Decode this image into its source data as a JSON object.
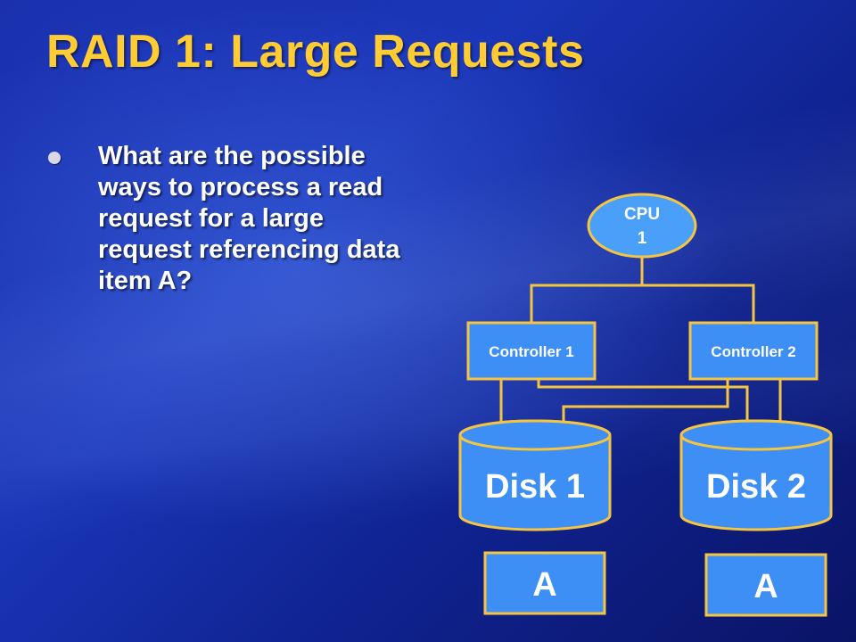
{
  "slide": {
    "title": "RAID 1:  Large Requests",
    "bullet": "What are the possible ways to process a read request for a large request referencing data item A?"
  },
  "diagram": {
    "cpu": {
      "line1": "CPU",
      "line2": "1"
    },
    "controllers": [
      {
        "label": "Controller 1"
      },
      {
        "label": "Controller 2"
      }
    ],
    "disks": [
      {
        "label": "Disk 1"
      },
      {
        "label": "Disk 2"
      }
    ],
    "data_blocks": [
      {
        "label": "A"
      },
      {
        "label": "A"
      }
    ]
  },
  "colors": {
    "title": "#ffcc33",
    "line": "#f5c542",
    "block_fill": "#3d8ef5",
    "background": "#1a2fa8"
  }
}
